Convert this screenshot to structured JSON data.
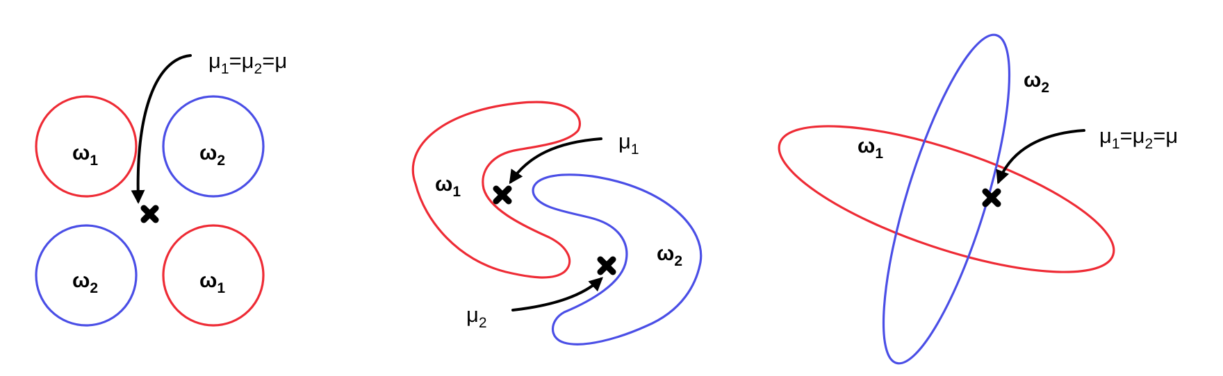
{
  "colors": {
    "red": "#ee2b35",
    "blue": "#4a4ee6",
    "ink": "#000000"
  },
  "panel1": {
    "class_labels": [
      {
        "base": "ω",
        "sub": "1"
      },
      {
        "base": "ω",
        "sub": "2"
      },
      {
        "base": "ω",
        "sub": "2"
      },
      {
        "base": "ω",
        "sub": "1"
      }
    ],
    "mean_label": {
      "a": "μ",
      "a_sub": "1",
      "eq1": "=",
      "b": "μ",
      "b_sub": "2",
      "eq2": "=",
      "c": "μ"
    }
  },
  "panel2": {
    "class_labels": [
      {
        "base": "ω",
        "sub": "1"
      },
      {
        "base": "ω",
        "sub": "2"
      }
    ],
    "mean1_label": {
      "base": "μ",
      "sub": "1"
    },
    "mean2_label": {
      "base": "μ",
      "sub": "2"
    }
  },
  "panel3": {
    "class_labels": [
      {
        "base": "ω",
        "sub": "1"
      },
      {
        "base": "ω",
        "sub": "2"
      }
    ],
    "mean_label": {
      "a": "μ",
      "a_sub": "1",
      "eq1": "=",
      "b": "μ",
      "b_sub": "2",
      "eq2": "=",
      "c": "μ"
    }
  }
}
